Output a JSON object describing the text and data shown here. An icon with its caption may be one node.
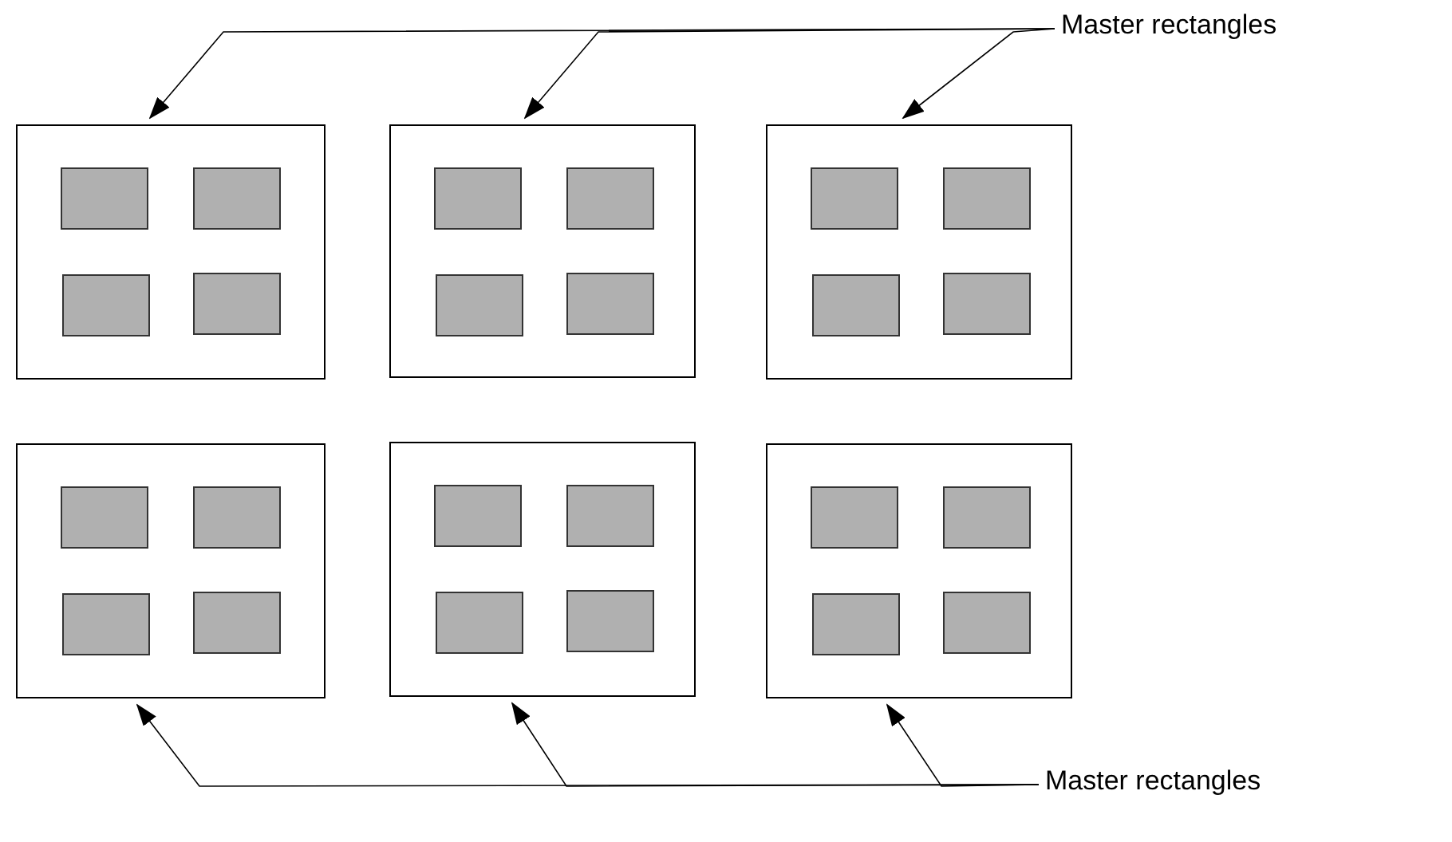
{
  "diagram": {
    "nodes": [
      {
        "text": [
          "Master rectangles"
        ]
      },
      {
        "text": [],
        "shape": "box"
      },
      {
        "text": [],
        "shape": "box",
        "in": 1
      },
      {
        "text": [],
        "shape": "box",
        "in": 1
      },
      {
        "text": [],
        "shape": "box",
        "in": 1
      },
      {
        "text": [],
        "shape": "box",
        "in": 1
      },
      {
        "text": [],
        "shape": "box"
      },
      {
        "text": [],
        "shape": "box",
        "in": 6
      },
      {
        "text": [],
        "shape": "box",
        "in": 6
      },
      {
        "text": [],
        "shape": "box",
        "in": 6
      },
      {
        "text": [],
        "shape": "box",
        "in": 6
      },
      {
        "text": [],
        "shape": "box"
      },
      {
        "text": [],
        "shape": "box",
        "in": 11
      },
      {
        "text": [],
        "shape": "box",
        "in": 11
      },
      {
        "text": [],
        "shape": "box",
        "in": 11
      },
      {
        "text": [],
        "shape": "box",
        "in": 11
      },
      {
        "text": [],
        "shape": "box"
      },
      {
        "text": [],
        "shape": "box",
        "in": 16
      },
      {
        "text": [],
        "shape": "box",
        "in": 16
      },
      {
        "text": [],
        "shape": "box",
        "in": 16
      },
      {
        "text": [],
        "shape": "box",
        "in": 16
      },
      {
        "text": [],
        "shape": "box"
      },
      {
        "text": [],
        "shape": "box",
        "in": 21
      },
      {
        "text": [],
        "shape": "box",
        "in": 21
      },
      {
        "text": [],
        "shape": "box",
        "in": 21
      },
      {
        "text": [],
        "shape": "box",
        "in": 21
      },
      {
        "text": [],
        "shape": "box"
      },
      {
        "text": [],
        "shape": "box",
        "in": 26
      },
      {
        "text": [],
        "shape": "box",
        "in": 26
      },
      {
        "text": [],
        "shape": "box",
        "in": 26
      },
      {
        "text": [],
        "shape": "box",
        "in": 26
      },
      {
        "text": [
          "Master rectangles"
        ]
      }
    ],
    "edges": [
      {
        "from": 0,
        "to": 1,
        "arrow": "to"
      },
      {
        "from": 0,
        "to": 6,
        "arrow": "to"
      },
      {
        "from": 0,
        "to": 11,
        "arrow": "to"
      },
      {
        "from": 31,
        "to": 16,
        "arrow": "to"
      },
      {
        "from": 31,
        "to": 21,
        "arrow": "to"
      },
      {
        "from": 31,
        "to": 26,
        "arrow": "to"
      }
    ]
  }
}
